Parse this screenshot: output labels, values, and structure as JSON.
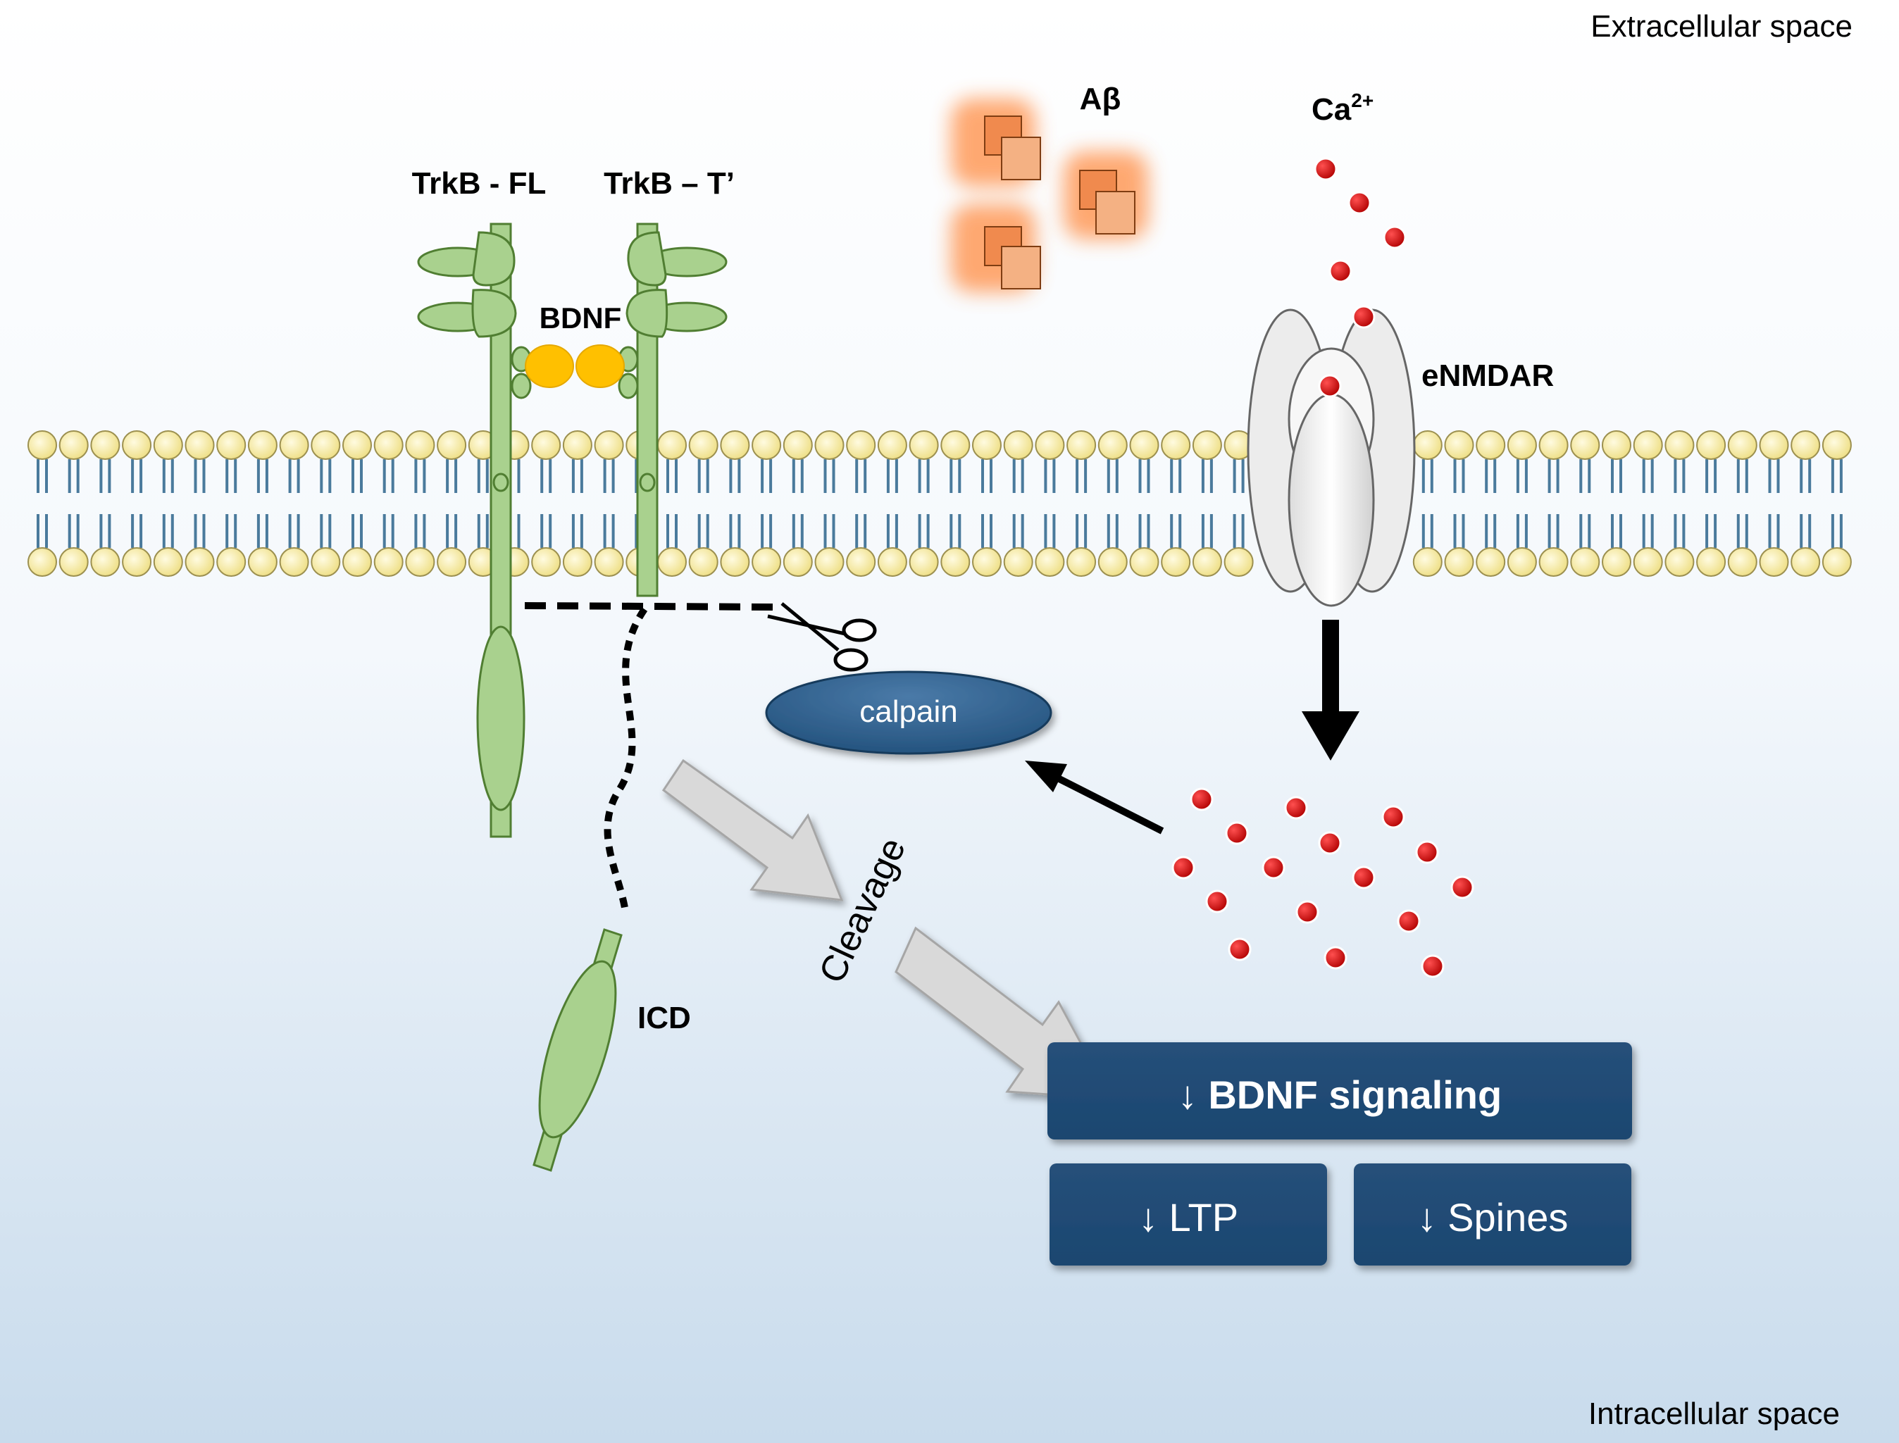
{
  "regions": {
    "extracellular": "Extracellular space",
    "intracellular": "Intracellular space"
  },
  "labels": {
    "trkb_fl": "TrkB - FL",
    "trkb_t": "TrkB – T’",
    "bdnf": "BDNF",
    "abeta": "Aβ",
    "ca_base": "Ca",
    "ca_charge": "2+",
    "enmdar": "eNMDAR",
    "calpain": "calpain",
    "cleavage": "Cleavage",
    "icd": "ICD"
  },
  "outcomes": {
    "bdnf_signaling": "↓ BDNF signaling",
    "ltp": "↓ LTP",
    "spines": "↓ Spines"
  },
  "colors": {
    "receptor_green": "#a9d18e",
    "receptor_outline": "#507e32",
    "bdnf_yellow": "#ffc000",
    "calcium_red": "#c00000",
    "abeta_orange": "#f4b183",
    "box_blue": "#1f4e79",
    "calpain_blue": "#2e5c86",
    "lipid_head": "#fff2a8",
    "lipid_tail": "#4a7a9c",
    "arrow_gray": "#d9d9d9"
  },
  "icons": {
    "scissors": "scissors-icon"
  }
}
